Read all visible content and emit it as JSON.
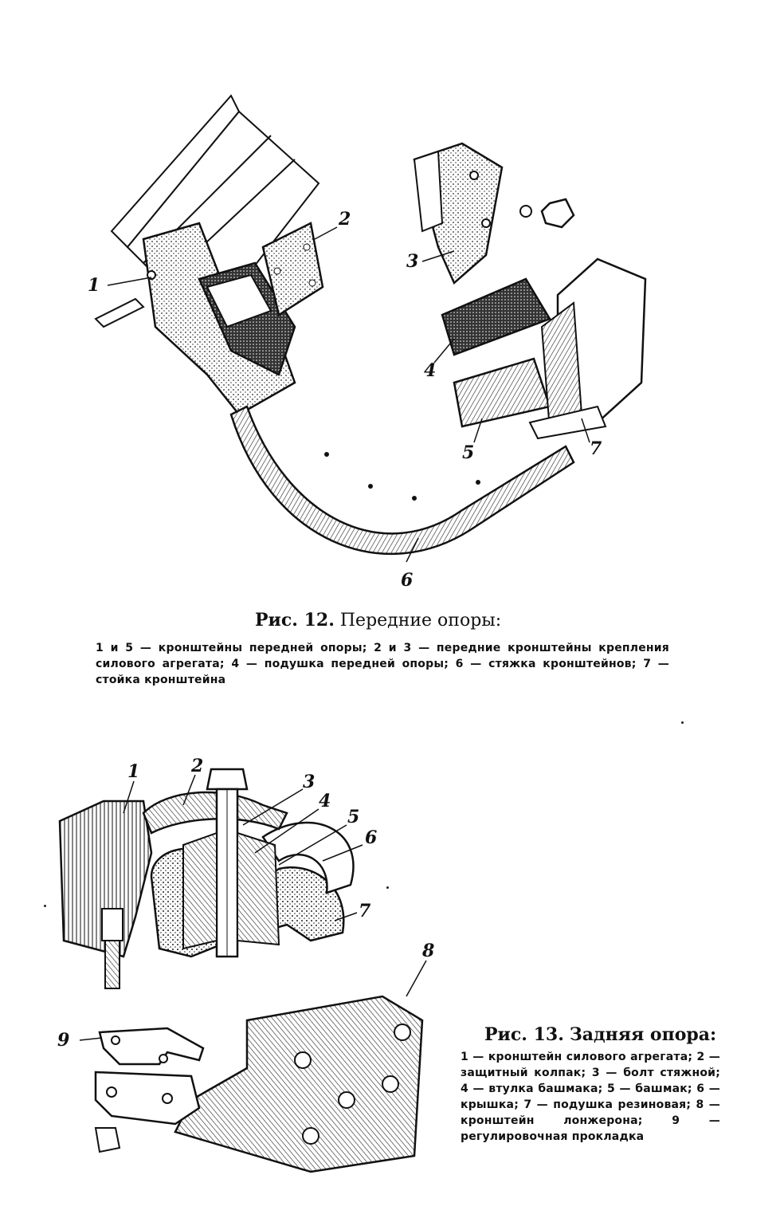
{
  "figure12": {
    "labels": [
      "1",
      "2",
      "3",
      "4",
      "5",
      "6",
      "7"
    ],
    "caption_prefix": "Рис. 12.",
    "caption_title": "Передние опоры:",
    "caption_text": "1 и 5 — кронштейны передней опоры; 2 и 3 — передние кронштейны крепления силового агрегата; 4 — подушка передней опоры; 6 — стяжка кронштейнов; 7 — стойка кронштейна"
  },
  "figure13": {
    "labels": [
      "1",
      "2",
      "3",
      "4",
      "5",
      "6",
      "7",
      "8",
      "9"
    ],
    "caption_prefix": "Рис. 13.",
    "caption_title": "Задняя опора:",
    "caption_text": "1 — кронштейн силового агрегата; 2 — защитный колпак; 3 — болт стяжной; 4 — втулка башмака; 5 — башмак; 6 — крышка; 7 — подушка резиновая; 8 — кронштейн лонжерона; 9 — регулировочная прокладка"
  }
}
